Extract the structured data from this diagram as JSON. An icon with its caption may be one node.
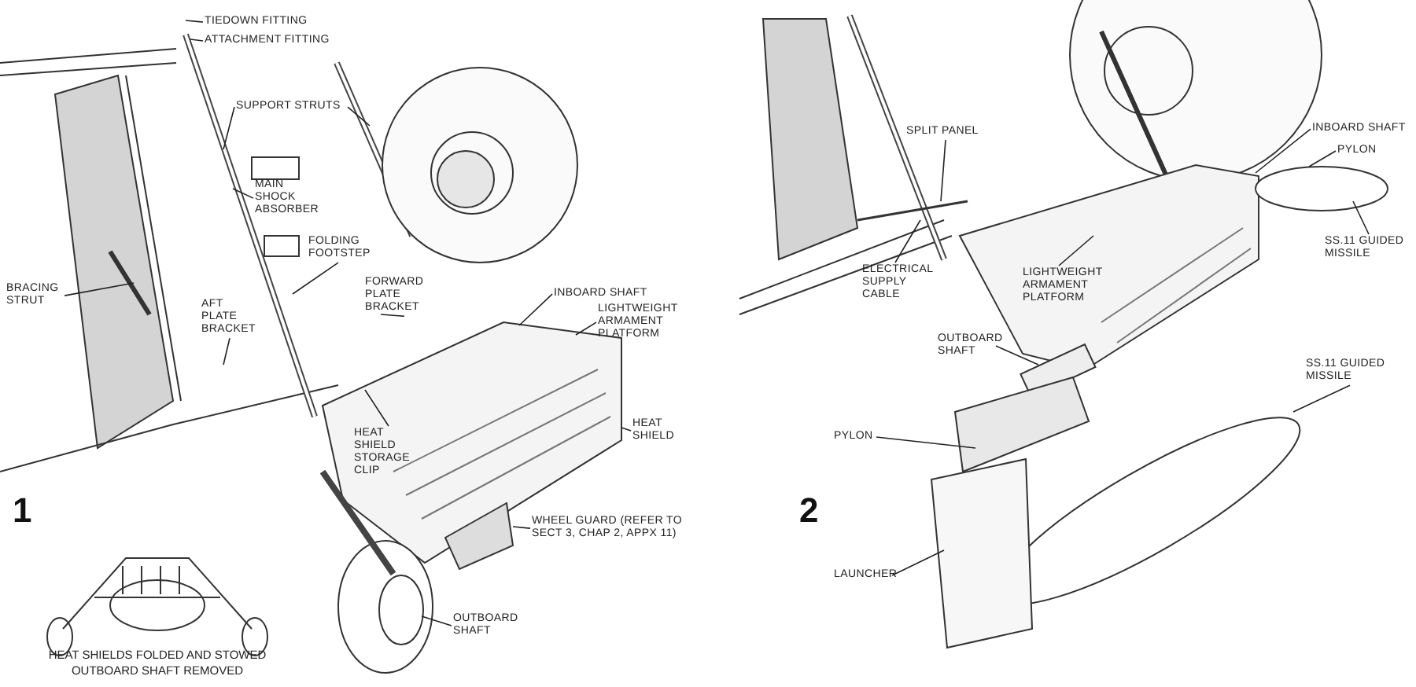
{
  "diagram": {
    "nodes": [
      {
        "text": [
          "TIEDOWN FITTING"
        ]
      },
      {
        "text": [
          "ATTACHMENT FITTING"
        ]
      },
      {
        "text": [
          "SUPPORT STRUTS"
        ]
      },
      {
        "text": [
          "MAIN SHOCK ABSORBER"
        ]
      },
      {
        "text": [
          "BRACING STRUT"
        ]
      },
      {
        "text": [
          "AFT PLATE BRACKET"
        ]
      },
      {
        "text": [
          "FOLDING FOOTSTEP"
        ]
      },
      {
        "text": [
          "FORWARD PLATE BRACKET"
        ]
      },
      {
        "text": [
          "INBOARD SHAFT"
        ]
      },
      {
        "text": [
          "LIGHTWEIGHT ARMAMENT PLATFORM"
        ]
      },
      {
        "text": [
          "HEAT SHIELD STORAGE CLIP"
        ]
      },
      {
        "text": [
          "HEAT SHIELD"
        ]
      },
      {
        "text": [
          "WHEEL GUARD (REFER TO SECT 3, CHAP 2, APPX 11)"
        ]
      },
      {
        "text": [
          "OUTBOARD SHAFT"
        ]
      },
      {
        "text": [
          "SPLIT PANEL"
        ]
      },
      {
        "text": [
          "ELECTRICAL SUPPLY CABLE"
        ]
      },
      {
        "text": [
          "LIGHTWEIGHT ARMAMENT PLATFORM"
        ]
      },
      {
        "text": [
          "INBOARD SHAFT"
        ]
      },
      {
        "text": [
          "PYLON"
        ]
      },
      {
        "text": [
          "SS.11 GUIDED MISSILE"
        ]
      },
      {
        "text": [
          "OUTBOARD SHAFT"
        ]
      },
      {
        "text": [
          "SS.11 GUIDED MISSILE"
        ]
      },
      {
        "text": [
          "PYLON"
        ]
      },
      {
        "text": [
          "LAUNCHER"
        ]
      }
    ],
    "edges": [
      {
        "from": 0,
        "to": null,
        "arrow": "none"
      },
      {
        "from": 1,
        "to": null,
        "arrow": "none"
      },
      {
        "from": 2,
        "to": null,
        "arrow": "none"
      },
      {
        "from": 2,
        "to": null,
        "arrow": "none"
      },
      {
        "from": 3,
        "to": null,
        "arrow": "none"
      },
      {
        "from": 4,
        "to": null,
        "arrow": "none"
      },
      {
        "from": 5,
        "to": null,
        "arrow": "none"
      },
      {
        "from": 6,
        "to": null,
        "arrow": "none"
      },
      {
        "from": 7,
        "to": null,
        "arrow": "none"
      },
      {
        "from": 8,
        "to": null,
        "arrow": "none"
      },
      {
        "from": 9,
        "to": null,
        "arrow": "none"
      },
      {
        "from": 10,
        "to": null,
        "arrow": "none"
      },
      {
        "from": 11,
        "to": null,
        "arrow": "none"
      },
      {
        "from": 12,
        "to": null,
        "arrow": "none"
      },
      {
        "from": 13,
        "to": null,
        "arrow": "none"
      },
      {
        "from": 14,
        "to": null,
        "arrow": "none"
      },
      {
        "from": 15,
        "to": null,
        "arrow": "none"
      },
      {
        "from": 16,
        "to": null,
        "arrow": "none"
      },
      {
        "from": 17,
        "to": null,
        "arrow": "none"
      },
      {
        "from": 18,
        "to": null,
        "arrow": "none"
      },
      {
        "from": 19,
        "to": null,
        "arrow": "none"
      },
      {
        "from": 20,
        "to": null,
        "arrow": "none"
      },
      {
        "from": 21,
        "to": null,
        "arrow": "none"
      },
      {
        "from": 22,
        "to": null,
        "arrow": "none"
      },
      {
        "from": 23,
        "to": null,
        "arrow": "none"
      }
    ],
    "labels": [
      "1",
      "HEAT SHIELDS FOLDED AND STOWED OUTBOARD SHAFT REMOVED",
      "2"
    ]
  }
}
